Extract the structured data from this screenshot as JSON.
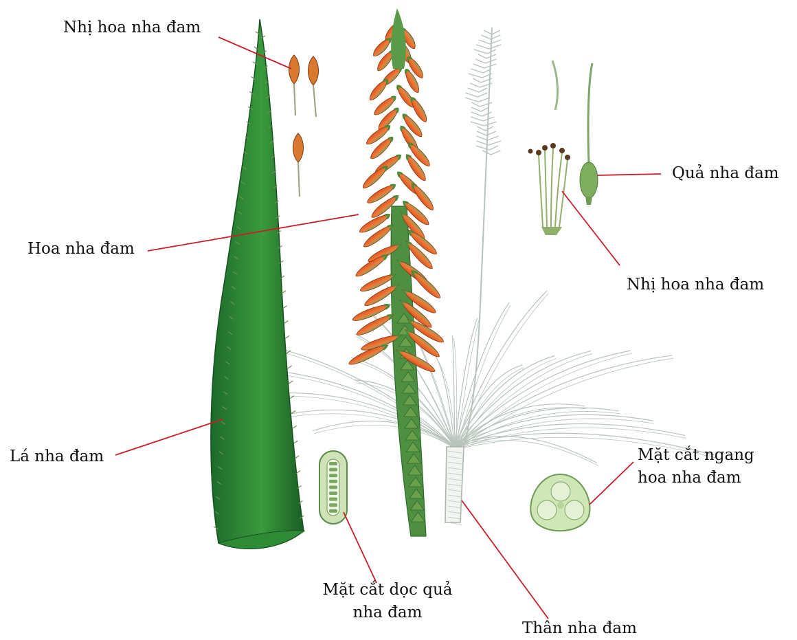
{
  "labels": {
    "stamen_top": "Nhị hoa nha đam",
    "flower": "Hoa nha đam",
    "leaf": "Lá nha đam",
    "fruit": "Quả nha đam",
    "stamen_right": "Nhị hoa nha đam",
    "cross_section_line1": "Mặt cắt ngang",
    "cross_section_line2": "hoa nha đam",
    "long_section_line1": "Mặt cắt dọc quả",
    "long_section_line2": "nha đam",
    "stem": "Thân nha đam"
  },
  "colors": {
    "leader": "#c81e2a",
    "leaf_dark": "#1e6a2a",
    "leaf_light": "#3f9a3e",
    "flower_orange": "#e0602a",
    "flower_green": "#6aa04a",
    "sketch": "#b9c4bd"
  }
}
